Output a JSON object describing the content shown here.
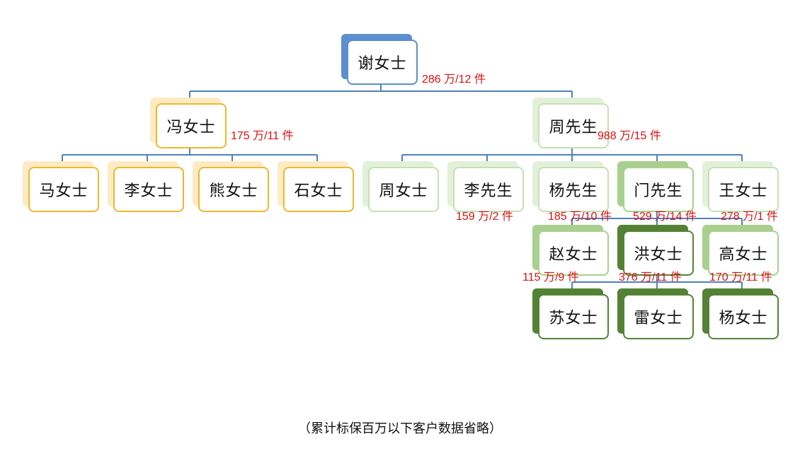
{
  "colors": {
    "blue": "#5b8fcf",
    "blue_shadow": "#5b8fcf",
    "yellow": "#f2b62e",
    "yellow_shadow": "#fdebc4",
    "green_light": "#c6e0b4",
    "green_light_shadow": "#e2f0d9",
    "green_mid": "#a9d08e",
    "green_mid_shadow": "#a9d08e",
    "green_dark": "#548235",
    "green_dark_shadow": "#548235",
    "connector": "#4f81bd",
    "stat_text": "#e01010"
  },
  "nodes": [
    {
      "id": "xie",
      "label": "谢女士",
      "stat": "286 万/12 件",
      "theme": "blue"
    },
    {
      "id": "feng",
      "label": "冯女士",
      "stat": "175 万/11 件",
      "theme": "yellow"
    },
    {
      "id": "zhou",
      "label": "周先生",
      "stat": "988 万/15 件",
      "theme": "green_light"
    },
    {
      "id": "ma",
      "label": "马女士",
      "stat": "",
      "theme": "yellow"
    },
    {
      "id": "li_f",
      "label": "李女士",
      "stat": "",
      "theme": "yellow"
    },
    {
      "id": "xiong",
      "label": "熊女士",
      "stat": "",
      "theme": "yellow"
    },
    {
      "id": "shi",
      "label": "石女士",
      "stat": "",
      "theme": "yellow"
    },
    {
      "id": "zhou_f",
      "label": "周女士",
      "stat": "",
      "theme": "green_light"
    },
    {
      "id": "li_m",
      "label": "李先生",
      "stat": "159 万/2 件",
      "theme": "green_light"
    },
    {
      "id": "yang_m",
      "label": "杨先生",
      "stat": "185 万/10 件",
      "theme": "green_light"
    },
    {
      "id": "men",
      "label": "门先生",
      "stat": "529 万/14 件",
      "theme": "green_mid"
    },
    {
      "id": "wang",
      "label": "王女士",
      "stat": "278 万/1 件",
      "theme": "green_light"
    },
    {
      "id": "zhao",
      "label": "赵女士",
      "stat": "115 万/9 件",
      "theme": "green_mid"
    },
    {
      "id": "hong",
      "label": "洪女士",
      "stat": "376 万/11 件",
      "theme": "green_dark"
    },
    {
      "id": "gao",
      "label": "高女士",
      "stat": "170 万/11 件",
      "theme": "green_mid"
    },
    {
      "id": "su",
      "label": "苏女士",
      "stat": "",
      "theme": "green_dark"
    },
    {
      "id": "lei",
      "label": "雷女士",
      "stat": "",
      "theme": "green_dark"
    },
    {
      "id": "yang_f",
      "label": "杨女士",
      "stat": "",
      "theme": "green_dark"
    }
  ],
  "edges": [
    [
      "xie",
      "feng"
    ],
    [
      "xie",
      "zhou"
    ],
    [
      "feng",
      "ma"
    ],
    [
      "feng",
      "li_f"
    ],
    [
      "feng",
      "xiong"
    ],
    [
      "feng",
      "shi"
    ],
    [
      "zhou",
      "zhou_f"
    ],
    [
      "zhou",
      "li_m"
    ],
    [
      "zhou",
      "yang_m"
    ],
    [
      "zhou",
      "men"
    ],
    [
      "zhou",
      "wang"
    ],
    [
      "men",
      "zhao"
    ],
    [
      "men",
      "hong"
    ],
    [
      "men",
      "gao"
    ],
    [
      "hong",
      "su"
    ],
    [
      "hong",
      "lei"
    ],
    [
      "hong",
      "yang_f"
    ]
  ],
  "footnote": "（累计标保百万以下客户数据省略）"
}
